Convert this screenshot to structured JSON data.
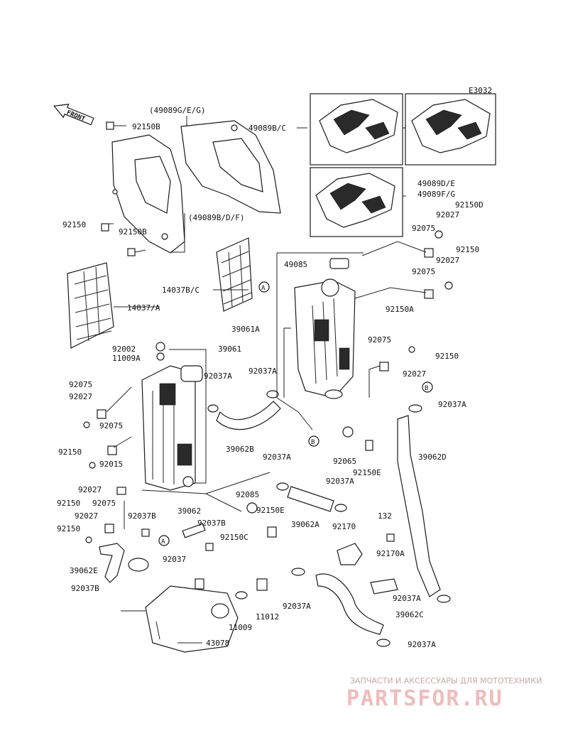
{
  "diagram_code": "E3032",
  "front_label": "FRONT",
  "callout_letters": [
    "A",
    "B",
    "A",
    "B"
  ],
  "labels": [
    "(49089G/E/G)",
    "92150B",
    "49089B/C",
    "(49089B/D/F)",
    "92150",
    "92150B",
    "49089D/E",
    "49089F/G",
    "92150D",
    "92027",
    "92075",
    "92150",
    "92027",
    "92075",
    "49085",
    "14037B/C",
    "14037/A",
    "39061A",
    "92150A",
    "92150",
    "92027",
    "92075",
    "92002",
    "11009A",
    "39061",
    "92037A",
    "92037A",
    "92037A",
    "92075",
    "92027",
    "92150",
    "92075",
    "92015",
    "92150",
    "92027",
    "92075",
    "39062B",
    "92065",
    "92150E",
    "39062D",
    "92037A",
    "92085",
    "92037A",
    "92150E",
    "39062A",
    "92170",
    "39062",
    "92037B",
    "92037B",
    "92150C",
    "132",
    "92037",
    "92170A",
    "92027",
    "92150",
    "39062E",
    "92037B",
    "92037A",
    "92037A",
    "39062C",
    "11012",
    "11009",
    "43078",
    "92037A"
  ],
  "watermark": {
    "top_text": "ЗАПЧАСТИ И АКСЕССУАРЫ ДЛЯ МОТОТЕХНИКИ",
    "brand": "PARTSFOR.RU"
  }
}
